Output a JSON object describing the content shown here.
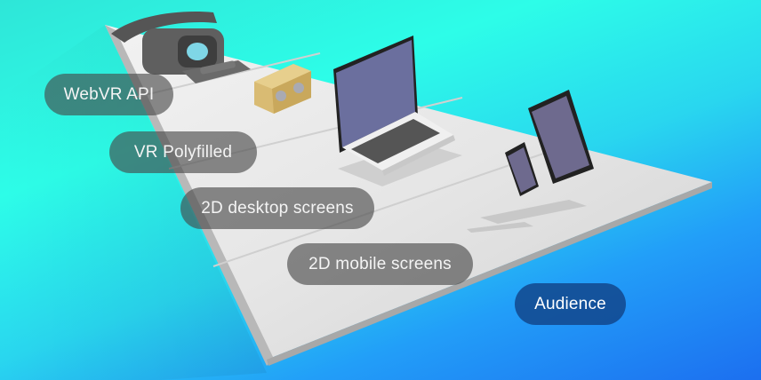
{
  "diagram": {
    "type": "layered-platform",
    "background_colors": {
      "top_left": "#2ee6d8",
      "top_center": "#2dfde8",
      "bottom_right": "#1c6ff0"
    },
    "platform_color": "#dcdcdc",
    "labels": [
      {
        "id": "webvr-api",
        "text": "WebVR API"
      },
      {
        "id": "vr-polyfilled",
        "text": "VR Polyfilled"
      },
      {
        "id": "2d-desktop",
        "text": "2D desktop screens"
      },
      {
        "id": "2d-mobile",
        "text": "2D mobile screens"
      },
      {
        "id": "audience",
        "text": "Audience",
        "color": "#12468c"
      }
    ],
    "devices": [
      {
        "id": "vr-headset",
        "name": "VR headset (Daydream-style)"
      },
      {
        "id": "cardboard",
        "name": "Cardboard viewer"
      },
      {
        "id": "laptop",
        "name": "Laptop"
      },
      {
        "id": "phone",
        "name": "Smartphone"
      },
      {
        "id": "tablet",
        "name": "Tablet"
      }
    ]
  }
}
